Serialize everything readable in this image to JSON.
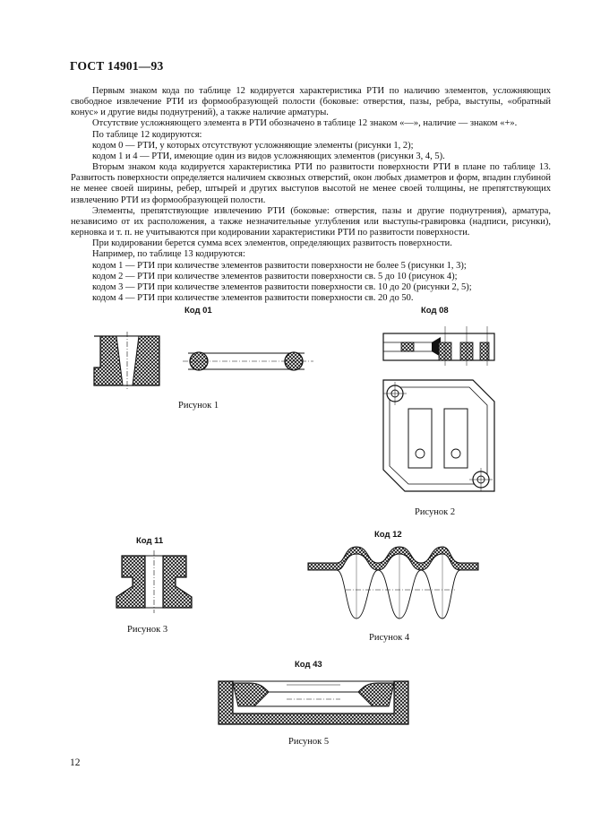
{
  "header": {
    "standard": "ГОСТ 14901—93"
  },
  "paragraphs": [
    {
      "text": "Первым знаком кода по таблице 12 кодируется характеристика РТИ по наличию элементов, усложняющих свободное извлечение РТИ из формообразующей полости (боковые: отверстия, пазы, ребра, выступы, «обратный конус» и другие виды поднутрений), а также наличие арматуры.",
      "style": "ind"
    },
    {
      "text": "Отсутствие усложняющего элемента в РТИ обозначено в таблице 12 знаком «—», наличие — знаком «+».",
      "style": "ind"
    },
    {
      "text": "По таблице 12 кодируются:",
      "style": "ind"
    },
    {
      "text": "кодом 0 — РТИ, у которых отсутствуют усложняющие элементы (рисунки 1, 2);",
      "style": "ind"
    },
    {
      "text": "кодом 1 и 4 — РТИ, имеющие один из видов усложняющих элементов (рисунки 3, 4, 5).",
      "style": "ind"
    },
    {
      "text": "Вторым знаком кода кодируется характеристика РТИ по развитости поверхности РТИ в плане по таблице 13. Развитость поверхности определяется наличием сквозных отверстий, окон любых диаметров и форм, впадин глубиной не менее своей ширины, ребер, штырей и других выступов высотой не менее своей толщины, не препятствующих извлечению РТИ из формообразующей полости.",
      "style": "ind"
    },
    {
      "text": "Элементы, препятствующие извлечению РТИ (боковые: отверстия, пазы и другие поднутрения), арматура, независимо от их расположения, а также незначительные углубления или выступы-гравировка (надписи, рисунки), керновка и т. п. не учитываются при кодировании характеристики РТИ по развитости поверхности.",
      "style": "ind"
    },
    {
      "text": "При кодировании берется сумма всех элементов, определяющих развитость поверхности.",
      "style": "ind"
    },
    {
      "text": "Например, по таблице 13 кодируются:",
      "style": "ind"
    },
    {
      "text": "кодом 1 — РТИ при количестве элементов развитости поверхности не более 5 (рисунки 1, 3);",
      "style": "ind"
    },
    {
      "text": "кодом 2 — РТИ при количестве элементов развитости поверхности св. 5 до 10 (рисунок 4);",
      "style": "ind"
    },
    {
      "text": "кодом 3 — РТИ при количестве элементов развитости поверхности св. 10 до 20 (рисунки 2, 5);",
      "style": "ind"
    },
    {
      "text": "кодом 4 — РТИ при количестве элементов развитости поверхности св. 20 до 50.",
      "style": "ind"
    }
  ],
  "figures": {
    "f1": {
      "code": "Код 01",
      "caption": "Рисунок 1"
    },
    "f2": {
      "code": "Код 08",
      "caption": "Рисунок 2"
    },
    "f3": {
      "code": "Код 11",
      "caption": "Рисунок 3"
    },
    "f4": {
      "code": "Код 12",
      "caption": "Рисунок 4"
    },
    "f5": {
      "code": "Код 43",
      "caption": "Рисунок 5"
    }
  },
  "page_number": "12"
}
